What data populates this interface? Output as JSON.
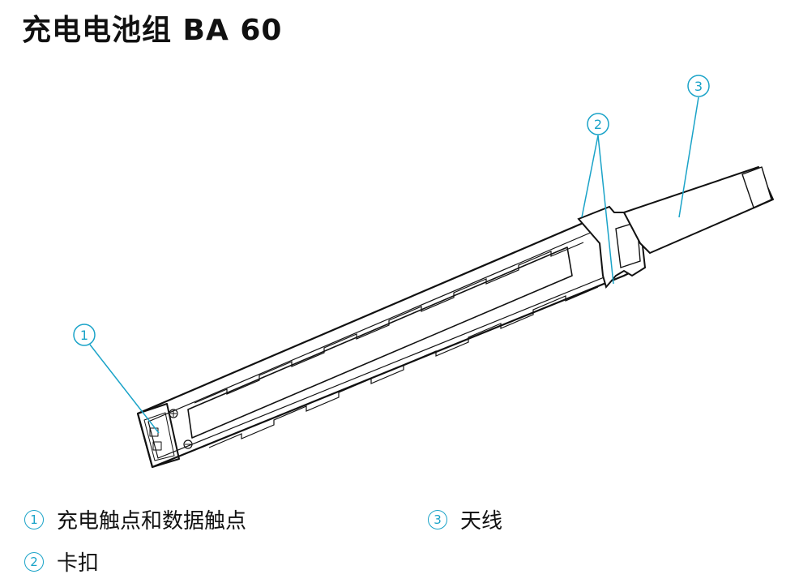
{
  "title": "充电电池组 BA 60",
  "accent_color": "#1aa3c8",
  "callouts": [
    {
      "number": "1"
    },
    {
      "number": "2"
    },
    {
      "number": "3"
    }
  ],
  "legend": [
    {
      "symbol": "①",
      "label": "充电触点和数据触点"
    },
    {
      "symbol": "②",
      "label": "卡扣"
    },
    {
      "symbol": "③",
      "label": "天线"
    }
  ]
}
